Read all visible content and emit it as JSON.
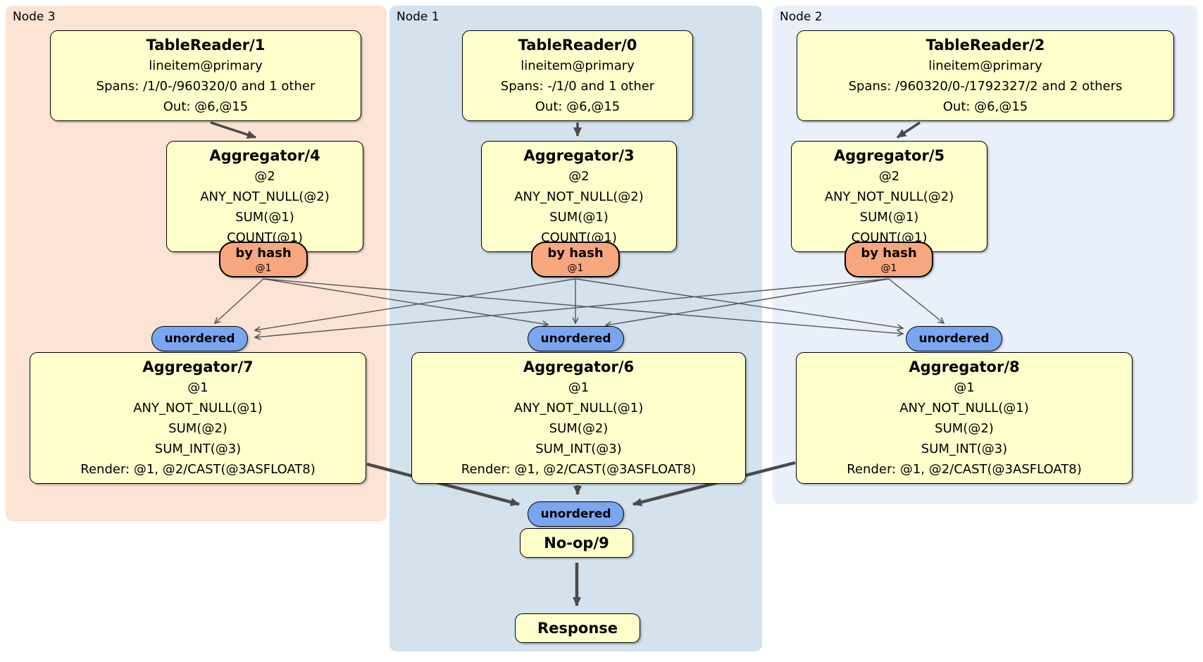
{
  "regions": [
    {
      "label": "Node 3"
    },
    {
      "label": "Node 1"
    },
    {
      "label": "Node 2"
    }
  ],
  "processors": {
    "tr1": {
      "title": "TableReader/1",
      "lines": [
        "lineitem@primary",
        "Spans: /1/0-/960320/0 and 1 other",
        "Out: @6,@15"
      ]
    },
    "tr0": {
      "title": "TableReader/0",
      "lines": [
        "lineitem@primary",
        "Spans: -/1/0 and 1 other",
        "Out: @6,@15"
      ]
    },
    "tr2": {
      "title": "TableReader/2",
      "lines": [
        "lineitem@primary",
        "Spans: /960320/0-/1792327/2 and 2 others",
        "Out: @6,@15"
      ]
    },
    "agg4": {
      "title": "Aggregator/4",
      "lines": [
        "@2",
        "ANY_NOT_NULL(@2)",
        "SUM(@1)",
        "COUNT(@1)"
      ]
    },
    "agg3": {
      "title": "Aggregator/3",
      "lines": [
        "@2",
        "ANY_NOT_NULL(@2)",
        "SUM(@1)",
        "COUNT(@1)"
      ]
    },
    "agg5": {
      "title": "Aggregator/5",
      "lines": [
        "@2",
        "ANY_NOT_NULL(@2)",
        "SUM(@1)",
        "COUNT(@1)"
      ]
    },
    "agg7": {
      "title": "Aggregator/7",
      "lines": [
        "@1",
        "ANY_NOT_NULL(@1)",
        "SUM(@2)",
        "SUM_INT(@3)",
        "Render: @1, @2/CAST(@3ASFLOAT8)"
      ]
    },
    "agg6": {
      "title": "Aggregator/6",
      "lines": [
        "@1",
        "ANY_NOT_NULL(@1)",
        "SUM(@2)",
        "SUM_INT(@3)",
        "Render: @1, @2/CAST(@3ASFLOAT8)"
      ]
    },
    "agg8": {
      "title": "Aggregator/8",
      "lines": [
        "@1",
        "ANY_NOT_NULL(@1)",
        "SUM(@2)",
        "SUM_INT(@3)",
        "Render: @1, @2/CAST(@3ASFLOAT8)"
      ]
    },
    "noop": {
      "title": "No-op/9"
    },
    "response": {
      "title": "Response"
    }
  },
  "routers": [
    {
      "label": "by hash",
      "detail": "@1"
    },
    {
      "label": "by hash",
      "detail": "@1"
    },
    {
      "label": "by hash",
      "detail": "@1"
    }
  ],
  "syncs": [
    {
      "label": "unordered"
    },
    {
      "label": "unordered"
    },
    {
      "label": "unordered"
    },
    {
      "label": "unordered"
    }
  ],
  "colors": {
    "region_node3": "#fce3d4",
    "region_node1": "#d3e2ec",
    "region_node2": "#eaf0fa",
    "processor_fill": "#ffffcc",
    "router_fill": "#f7a77d",
    "sync_fill": "#7aa6ef",
    "edge": "#4a4a4a"
  }
}
